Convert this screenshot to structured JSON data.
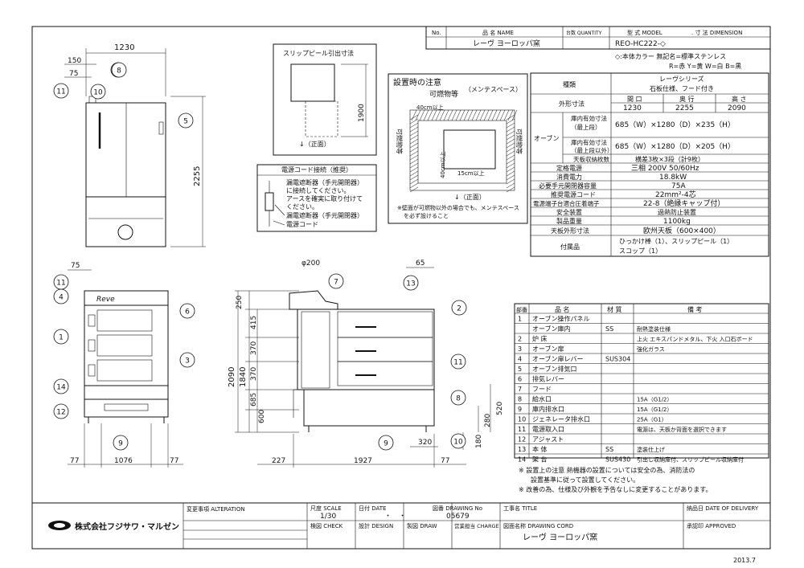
{
  "title_block": {
    "no_label": "No.",
    "name_label": "品 名 NAME",
    "qty_label": "台数 QUANTITY",
    "model_label": "型 式 MODEL",
    "dim_label": ". 寸 法 DIMENSION",
    "name_value": "レーヴ ヨーロッパ窯",
    "model_value": "REO-HC222-◇",
    "color_note_1": "◇:本体カラー 無記名=標準ステンレス",
    "color_note_2": "R=赤 Y=黄 W=白 B=黒"
  },
  "front_view": {
    "dim_width": "1230",
    "dim_150": "150",
    "dim_75": "75",
    "dim_height": "2255"
  },
  "slip_peel": {
    "title": "スリップピール引出寸法",
    "dim": "1900",
    "caption": "↓（正面）"
  },
  "install": {
    "title": "設置時の注意",
    "flammable_top": "可燃物等",
    "maintenance": "（メンテスペース）",
    "dim_40_top": "40cm以上",
    "dim_40_side": "40cm以上",
    "dim_15": "15cm以上",
    "side_label_left": "可燃物等",
    "side_label_right": "可燃物等",
    "front": "↓（正面）",
    "note_1": "※壁面が可燃物以外の場合でも、メンテスペース",
    "note_2": "を必ず設けること"
  },
  "power_box": {
    "title": "電源コード接続（推奨）",
    "breaker_1": "漏電遮断器（手元開閉器）",
    "breaker_2": "に接続してください。",
    "earth_1": "アースを確実に取り付けて",
    "earth_2": "ください。",
    "label_breaker": "漏電遮断器（手元開閉器）",
    "label_cord": "電源コード"
  },
  "spec_table": {
    "rows": [
      {
        "h": "種類",
        "v": "レーヴシリーズ"
      },
      {
        "h": "",
        "v": "石板仕様、フード付き"
      }
    ],
    "col_w": "間 口",
    "col_d": "奥 行",
    "col_h": "高 さ",
    "outer_label": "外形寸法",
    "outer_w": "1230",
    "outer_d": "2255",
    "outer_h": "2090",
    "oven_label": "オーブン",
    "inner_top_label_1": "庫内有効寸法",
    "inner_top_label_2": "（最上段）",
    "inner_top_value": "685（W）×1280（D）×235（H）",
    "inner_other_label_1": "庫内有効寸法",
    "inner_other_label_2": "（最上段以外）",
    "inner_other_value": "685（W）×1280（D）×205（H）",
    "tray_label": "天板収納枚数",
    "tray_value": "横差3枚×3段（計9枚）",
    "power_label": "定格電源",
    "power_value": "三相 200V 50/60Hz",
    "consumption_label": "消費電力",
    "consumption_value": "18.8kW",
    "switch_label": "必要手元開閉器容量",
    "switch_value": "75A",
    "cord_label": "推奨電源コード",
    "cord_value": "22mm²-4芯",
    "terminal_label": "電源端子台適合圧着端子",
    "terminal_value": "22-8（絶縁キャップ付）",
    "safety_label": "安全装置",
    "safety_value": "過熱防止装置",
    "weight_label": "製品重量",
    "weight_value": "1100kg",
    "plate_label": "天板外形寸法",
    "plate_value": "欧州天板（600×400）",
    "acc_label": "付属品",
    "acc_value_1": "ひっかけ棒（1）、スリップピール（1）",
    "acc_value_2": "スコップ（1）"
  },
  "side_view": {
    "dim_phi": "φ200",
    "dim_65": "65",
    "dim_250": "250",
    "dim_415": "415",
    "dim_370a": "370",
    "dim_370b": "370",
    "dim_685": "685",
    "dim_2090": "2090",
    "dim_1840": "1840",
    "dim_600": "600",
    "dim_280": "280",
    "dim_520": "520",
    "dim_180": "180",
    "dim_320": "320",
    "dim_227": "227",
    "dim_1927": "1927",
    "dim_77r": "77"
  },
  "front2_view": {
    "dim_75": "75",
    "dim_77l": "77",
    "dim_1076": "1076",
    "dim_77r": "77",
    "logo": "Reve"
  },
  "parts": {
    "h_no": "部番",
    "h_name": "品 名",
    "h_mat": "材 質",
    "h_note": "備 考",
    "rows": [
      {
        "no": "1",
        "name": "オーブン操作パネル",
        "mat": "",
        "note": ""
      },
      {
        "no": "",
        "name": "オーブン庫内",
        "mat": "SS",
        "note": "耐熱塗装仕様"
      },
      {
        "no": "2",
        "name": "炉 床",
        "mat": "",
        "note": "上火 エキスパンドメタル、下火 入口石ボード"
      },
      {
        "no": "3",
        "name": "オーブン扉",
        "mat": "",
        "note": "強化ガラス"
      },
      {
        "no": "4",
        "name": "オーブン扉レバー",
        "mat": "SUS304",
        "note": ""
      },
      {
        "no": "5",
        "name": "オーブン排気口",
        "mat": "",
        "note": ""
      },
      {
        "no": "6",
        "name": "排気レバー",
        "mat": "",
        "note": ""
      },
      {
        "no": "7",
        "name": "フード",
        "mat": "",
        "note": ""
      },
      {
        "no": "8",
        "name": "給水口",
        "mat": "",
        "note": "15A（G1/2）"
      },
      {
        "no": "9",
        "name": "庫内排水口",
        "mat": "",
        "note": "15A（G1/2）"
      },
      {
        "no": "10",
        "name": "ジェネレータ排水口",
        "mat": "",
        "note": "25A（G1）"
      },
      {
        "no": "11",
        "name": "電源取入口",
        "mat": "",
        "note": "電源は、天板か背面を選択できます"
      },
      {
        "no": "12",
        "name": "アジャスト",
        "mat": "",
        "note": ""
      },
      {
        "no": "13",
        "name": "本 体",
        "mat": "SS",
        "note": "塗装仕上げ"
      },
      {
        "no": "14",
        "name": "架 台",
        "mat": "SUS430",
        "note": "引出し収納庫付、スリップピール収納庫付"
      }
    ]
  },
  "notes": {
    "n1a": "※ 設置上の注意 熱機器の設置については安全の為、消防法の",
    "n1b": "設置基準に従って設置してください。",
    "n2": "※ 改善の為、仕様及び外観を予告なしに変更することがあります。"
  },
  "bottom": {
    "company": "株式会社フジサワ・マルゼン",
    "alteration_label": "変更事項 ALTERATION",
    "scale_label": "尺度 SCALE",
    "scale_value": "1/30",
    "date_label": "日付 DATE",
    "date_value": "・　・",
    "drawing_no_label": "図番 DRAWING No",
    "drawing_no_value": "05679",
    "work_title_label": "工事名 TITLE",
    "delivery_label": "納品日 DATE OF DELIVERY",
    "check_label": "検図 CHECK",
    "design_label": "設計 DESIGN",
    "draw_label": "製図 DRAW",
    "charge_label": "営業担当 CHARGE",
    "cord_label": "図面名称 DRAWING CORD",
    "cord_value": "レーヴ ヨーロッパ窯",
    "approved_label": "承認印 APPROVED",
    "year": "2013.7"
  },
  "balloons": [
    "1",
    "2",
    "3",
    "4",
    "5",
    "6",
    "7",
    "8",
    "9",
    "10",
    "11",
    "12",
    "13",
    "14"
  ]
}
